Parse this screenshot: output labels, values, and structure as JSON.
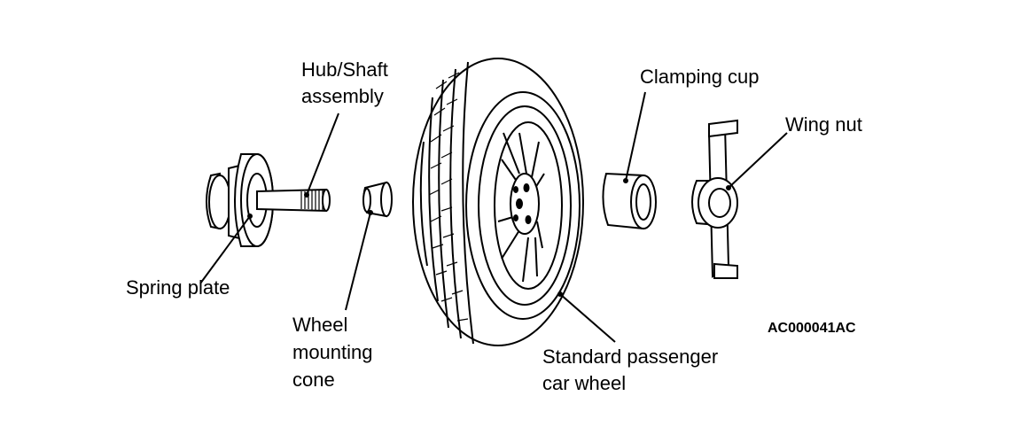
{
  "labels": {
    "hub_shaft_1": "Hub/Shaft",
    "hub_shaft_2": "assembly",
    "clamping_cup": "Clamping cup",
    "wing_nut": "Wing nut",
    "spring_plate": "Spring plate",
    "wheel_cone_1": "Wheel",
    "wheel_cone_2": "mounting",
    "wheel_cone_3": "cone",
    "std_wheel_1": "Standard passenger",
    "std_wheel_2": "car wheel"
  },
  "figure_code": "AC000041AC"
}
